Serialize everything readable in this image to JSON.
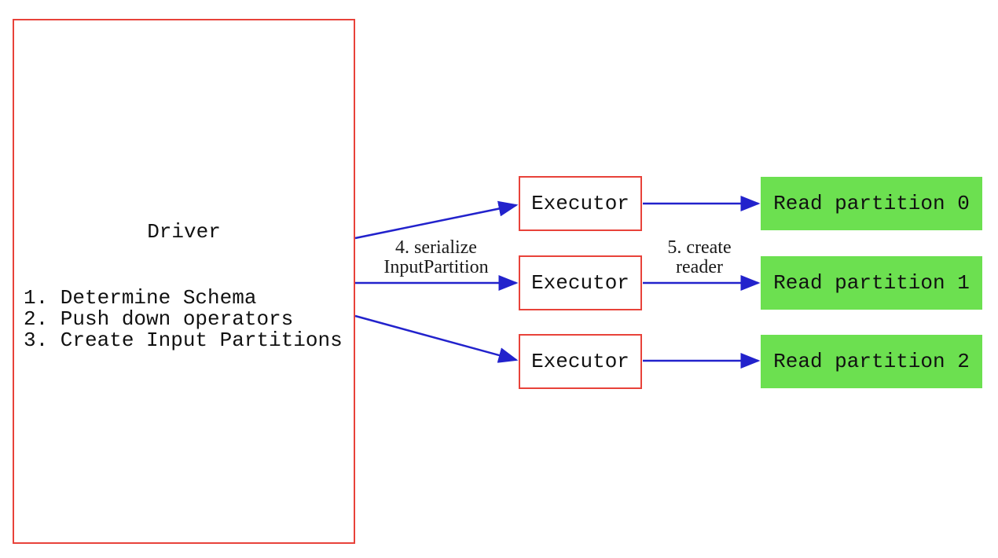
{
  "colors": {
    "box-red": "#e8423a",
    "arrow-blue": "#2222cc",
    "partition-green": "#6ce050",
    "text-black": "#111111",
    "bg": "#ffffff"
  },
  "driver": {
    "title": "Driver",
    "steps": "1. Determine Schema\n2. Push down operators\n3. Create Input Partitions"
  },
  "executors": [
    {
      "label": "Executor"
    },
    {
      "label": "Executor"
    },
    {
      "label": "Executor"
    }
  ],
  "partitions": [
    {
      "label": "Read partition 0"
    },
    {
      "label": "Read partition 1"
    },
    {
      "label": "Read partition 2"
    }
  ],
  "edge_labels": {
    "serialize": "4. serialize\nInputPartition",
    "create_reader": "5. create\nreader"
  }
}
